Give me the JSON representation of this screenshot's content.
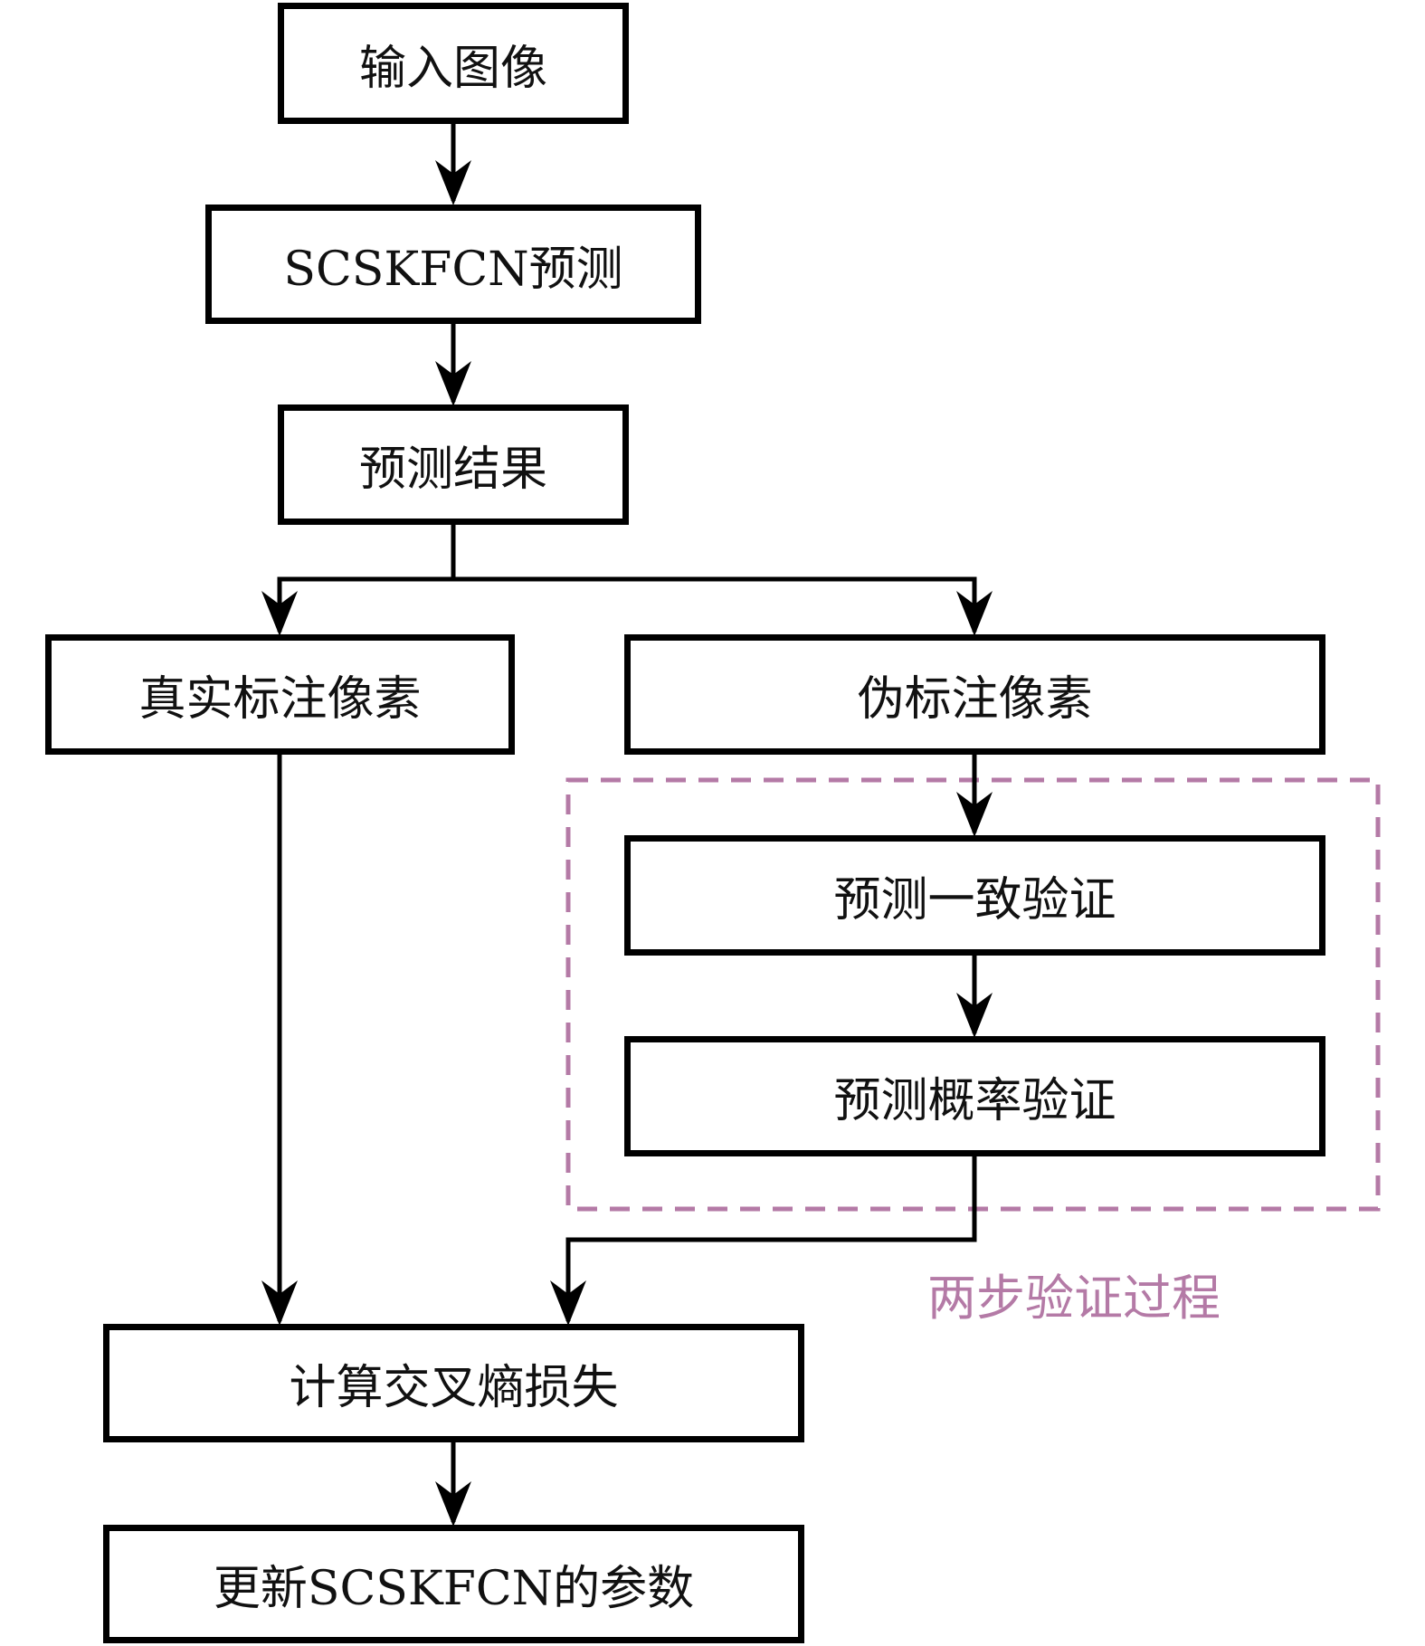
{
  "nodes": {
    "input_image": "输入图像",
    "model_predict": "SCSKFCN预测",
    "predict_result": "预测结果",
    "true_label_pixels": "真实标注像素",
    "pseudo_label_pixels": "伪标注像素",
    "consistency_check": "预测一致验证",
    "probability_check": "预测概率验证",
    "cross_entropy_loss": "计算交叉熵损失",
    "update_params": "更新SCSKFCN的参数"
  },
  "group": {
    "label": "两步验证过程",
    "color": "#b47aa6"
  },
  "colors": {
    "stroke": "#000000",
    "text": "#111111"
  }
}
